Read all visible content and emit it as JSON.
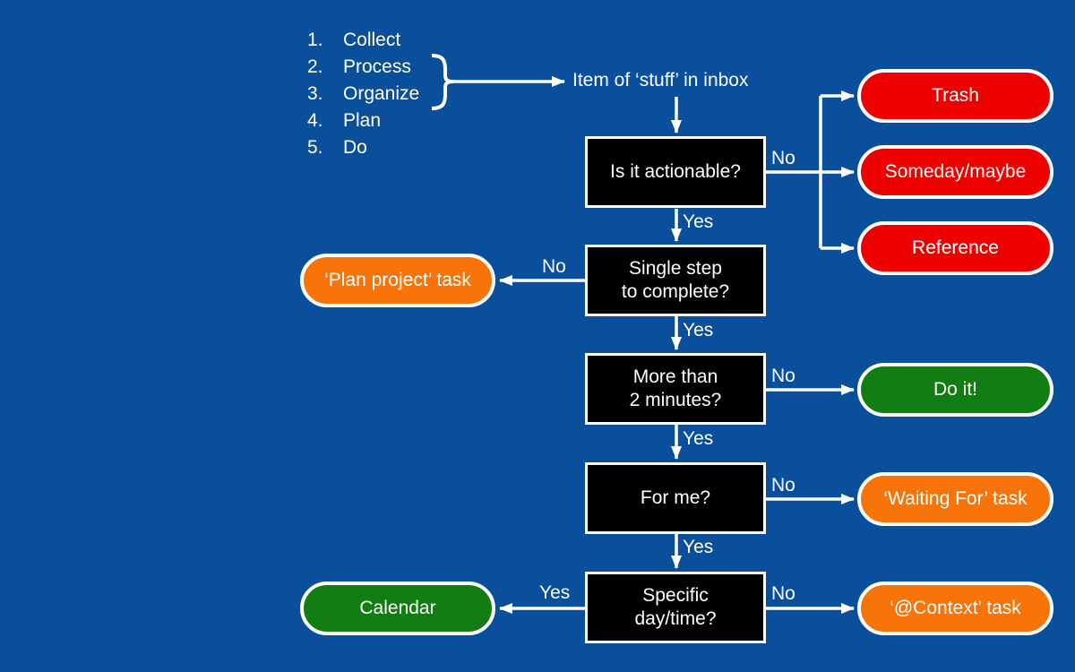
{
  "colors": {
    "background": "#0a4f9b",
    "decision_fill": "#000000",
    "outline": "#ffffff",
    "text": "#ffffff",
    "connector": "#ffffff",
    "terminal_red": "#ee0000",
    "terminal_orange": "#f87408",
    "terminal_green": "#127d12"
  },
  "process_list": {
    "items": [
      {
        "num": "1.",
        "label": "Collect"
      },
      {
        "num": "2.",
        "label": "Process"
      },
      {
        "num": "3.",
        "label": "Organize"
      },
      {
        "num": "4.",
        "label": "Plan"
      },
      {
        "num": "5.",
        "label": "Do"
      }
    ]
  },
  "flow": {
    "start_label": "Item of ‘stuff’ in inbox",
    "decisions": {
      "actionable": {
        "label": "Is it actionable?"
      },
      "single_step": {
        "label": "Single step\nto complete?"
      },
      "two_minutes": {
        "label": "More than\n2 minutes?"
      },
      "for_me": {
        "label": "For me?"
      },
      "specific_day": {
        "label": "Specific\nday/time?"
      }
    },
    "terminals": {
      "trash": {
        "label": "Trash",
        "color": "#ee0000"
      },
      "someday": {
        "label": "Someday/maybe",
        "color": "#ee0000"
      },
      "reference": {
        "label": "Reference",
        "color": "#ee0000"
      },
      "plan_project": {
        "label": "‘Plan project’ task",
        "color": "#f87408"
      },
      "do_it": {
        "label": "Do it!",
        "color": "#127d12"
      },
      "waiting_for": {
        "label": "‘Waiting For’ task",
        "color": "#f87408"
      },
      "calendar": {
        "label": "Calendar",
        "color": "#127d12"
      },
      "at_context": {
        "label": "‘@Context’ task",
        "color": "#f87408"
      }
    },
    "edge_labels": {
      "yes": "Yes",
      "no": "No"
    }
  }
}
